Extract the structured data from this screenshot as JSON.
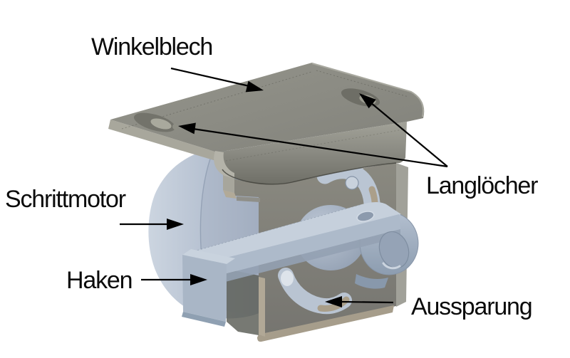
{
  "diagram": {
    "type": "technical-illustration",
    "subject": "stepper-motor-bracket-assembly",
    "background": "#ffffff",
    "text_color": "#0b0b0b",
    "parts": [
      {
        "id": "winkelblech",
        "label": "Winkelblech"
      },
      {
        "id": "langloecher",
        "label": "Langlöcher"
      },
      {
        "id": "schrittmotor",
        "label": "Schrittmotor"
      },
      {
        "id": "haken",
        "label": "Haken"
      },
      {
        "id": "aussparung",
        "label": "Aussparung"
      }
    ],
    "colors": {
      "bracket_top_face": "#8d8d84",
      "bracket_front_face": "#81807a",
      "bracket_edge_face": "#a8a79c",
      "bracket_bottom_edge": "#a69d8b",
      "slot_wall": "#ab9f8a",
      "motor_body": "#b6c1d1",
      "motor_highlight": "#ccd5e0",
      "hook_top_face": "#c6d0dc",
      "hook_front_face": "#aab7c8",
      "annotation": "#000000"
    }
  }
}
